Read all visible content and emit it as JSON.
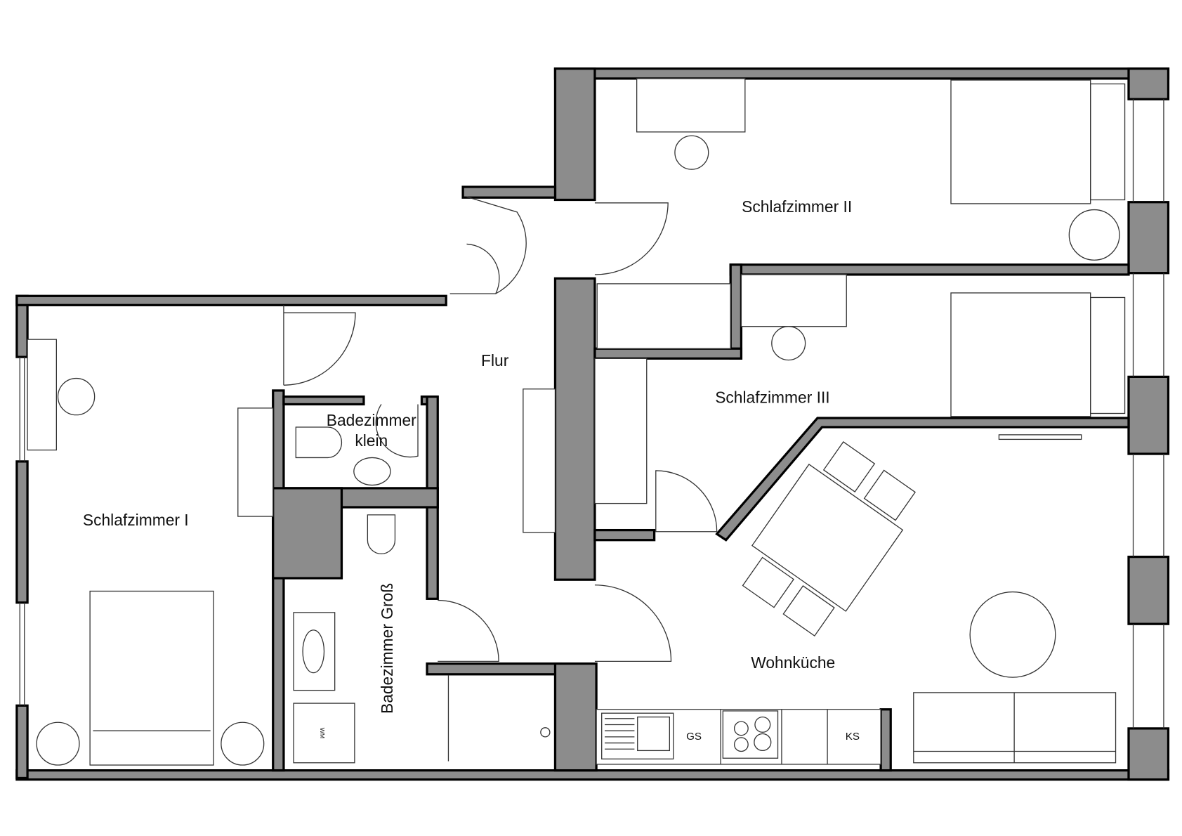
{
  "rooms": {
    "schlafzimmer_1": "Schlafzimmer I",
    "schlafzimmer_2": "Schlafzimmer II",
    "schlafzimmer_3": "Schlafzimmer III",
    "flur": "Flur",
    "bad_klein_line1": "Badezimmer",
    "bad_klein_line2": "klein",
    "bad_gross": "Badezimmer Groß",
    "wohnkueche": "Wohnküche"
  },
  "appliances": {
    "dishwasher": "GS",
    "fridge": "KS",
    "washing_machine": "WM"
  },
  "colors": {
    "wall": "#8c8c8c",
    "line": "#333333"
  }
}
